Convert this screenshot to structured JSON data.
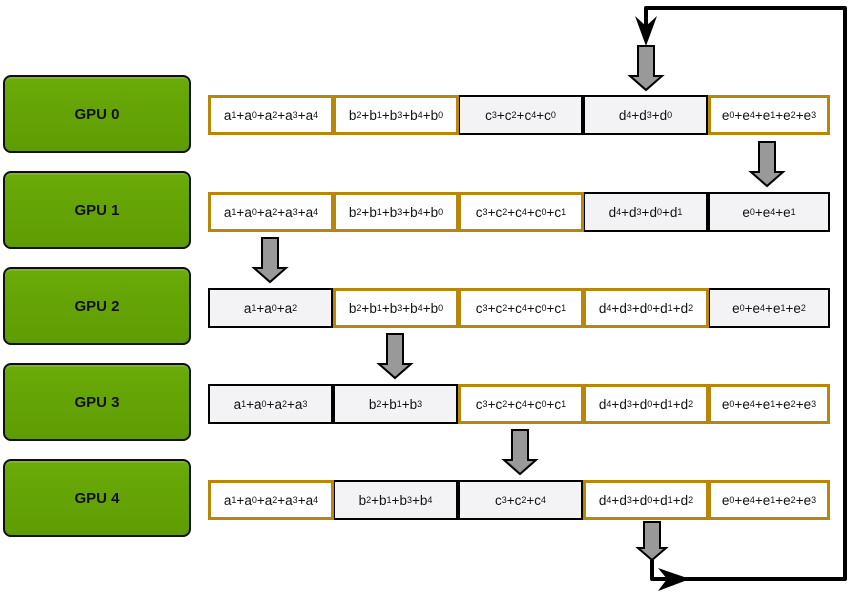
{
  "diagram": {
    "title": "Ring all-reduce: scatter-reduce step across 5 GPUs",
    "colors": {
      "gpu_fill": "#63a004",
      "highlight_border": "#b8860b",
      "cell_fill": "#f3f3f5",
      "arrow_fill": "#999999"
    },
    "gpus": [
      {
        "label": "GPU 0",
        "chunks": [
          {
            "text": "a_1+a_0+a_2+a_3+a_4",
            "highlight": true
          },
          {
            "text": "b_2+b_1+b_3+b_4+b_0",
            "highlight": true
          },
          {
            "text": "c_3+c_2+c_4+c_0",
            "highlight": false
          },
          {
            "text": "d_4+d_3+d_0",
            "highlight": false
          },
          {
            "text": "e_0+e_4+e_1+e_2+e_3",
            "highlight": true
          }
        ]
      },
      {
        "label": "GPU 1",
        "chunks": [
          {
            "text": "a_1+a_0+a_2+a_3+a_4",
            "highlight": true
          },
          {
            "text": "b_2+b_1+b_3+b_4+b_0",
            "highlight": true
          },
          {
            "text": "c_3+c_2+c_4+c_0+c_1",
            "highlight": true
          },
          {
            "text": "d_4+d_3+d_0+d_1",
            "highlight": false
          },
          {
            "text": "e_0+e_4+e_1",
            "highlight": false
          }
        ]
      },
      {
        "label": "GPU 2",
        "chunks": [
          {
            "text": "a_1+a_0+a_2",
            "highlight": false
          },
          {
            "text": "b_2+b_1+b_3+b_4+b_0",
            "highlight": true
          },
          {
            "text": "c_3+c_2+c_4+c_0+c_1",
            "highlight": true
          },
          {
            "text": "d_4+d_3+d_0+d_1+d_2",
            "highlight": true
          },
          {
            "text": "e_0+e_4+e_1+e_2",
            "highlight": false
          }
        ]
      },
      {
        "label": "GPU 3",
        "chunks": [
          {
            "text": "a_1+a_0+a_2+a_3",
            "highlight": false
          },
          {
            "text": "b_2+b_1+b_3",
            "highlight": false
          },
          {
            "text": "c_3+c_2+c_4+c_0+c_1",
            "highlight": true
          },
          {
            "text": "d_4+d_3+d_0+d_1+d_2",
            "highlight": true
          },
          {
            "text": "e_0+e_4+e_1+e_2+e_3",
            "highlight": true
          }
        ]
      },
      {
        "label": "GPU 4",
        "chunks": [
          {
            "text": "a_1+a_0+a_2+a_3+a_4",
            "highlight": true
          },
          {
            "text": "b_2+b_1+b_3+b_4",
            "highlight": false
          },
          {
            "text": "c_3+c_2+c_4",
            "highlight": false
          },
          {
            "text": "d_4+d_3+d_0+d_1+d_2",
            "highlight": true
          },
          {
            "text": "e_0+e_4+e_1+e_2+e_3",
            "highlight": true
          }
        ]
      }
    ],
    "transfers": [
      {
        "from_gpu": 4,
        "to_gpu": 0,
        "chunk": 3,
        "via": "wrap-around"
      },
      {
        "from_gpu": 0,
        "to_gpu": 1,
        "chunk": 4
      },
      {
        "from_gpu": 1,
        "to_gpu": 2,
        "chunk": 0
      },
      {
        "from_gpu": 2,
        "to_gpu": 3,
        "chunk": 1
      },
      {
        "from_gpu": 3,
        "to_gpu": 4,
        "chunk": 2
      }
    ]
  }
}
